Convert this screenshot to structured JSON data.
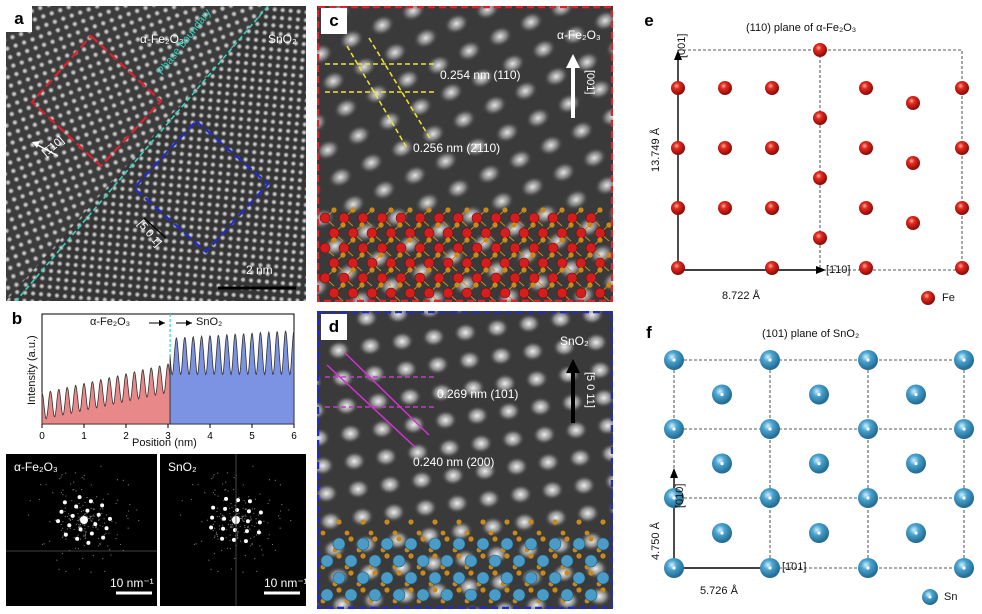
{
  "panels": {
    "a": {
      "letter": "a",
      "label_fe2o3": "α-Fe₂O₃",
      "label_sno2": "SnO₂",
      "phase_boundary": "Phase boundary",
      "dir_red": "[1̄10]",
      "dir_blue": "[5 0 1̄]",
      "scalebar": "2 nm"
    },
    "b": {
      "letter": "b",
      "label_left": "α-Fe₂O₃",
      "label_right": "SnO₂",
      "ylabel": "Intensity (a.u.)",
      "xlabel": "Position (nm)",
      "fft_left_label": "α-Fe₂O₃",
      "fft_right_label": "SnO₂",
      "fft_left_scale": "10 nm⁻¹",
      "fft_right_scale": "10 nm⁻¹"
    },
    "c": {
      "letter": "c",
      "label": "α-Fe₂O₃",
      "direction": "[001]",
      "d1": "0.254 nm (110)",
      "d2": "0.256 nm (2̄110)"
    },
    "d": {
      "letter": "d",
      "label": "SnO₂",
      "direction": "[5 0 11]",
      "d1": "0.269 nm (101)",
      "d2": "0.240 nm (200)"
    },
    "e": {
      "letter": "e",
      "title": "(110) plane of  α-Fe₂O₃",
      "axis_up": "[001]",
      "axis_right": "[1̄10]",
      "dim_v": "13.749 Å",
      "dim_h": "8.722 Å",
      "legend": "Fe"
    },
    "f": {
      "letter": "f",
      "title": "(101) plane of  SnO₂",
      "axis_up": "[010]",
      "axis_right": "[1̄01]",
      "dim_v": "4.750 Å",
      "dim_h": "5.726 Å",
      "legend": "Sn"
    }
  },
  "chart_data": {
    "type": "area",
    "xlabel": "Position (nm)",
    "ylabel": "Intensity (a.u.)",
    "xlim": [
      0,
      6
    ],
    "xticks": [
      0,
      1,
      2,
      3,
      4,
      5,
      6
    ],
    "boundary_x": 3.05,
    "series": [
      {
        "name": "α-Fe₂O₃",
        "x_range": [
          0,
          3.05
        ],
        "color": "#e06060",
        "peak_spacing": 0.2,
        "envelope": [
          0.28,
          0.55
        ]
      },
      {
        "name": "SnO₂",
        "x_range": [
          3.05,
          6
        ],
        "color": "#4f6fd8",
        "peak_spacing": 0.2,
        "envelope": [
          0.78,
          0.85
        ]
      }
    ]
  },
  "colors": {
    "fe": "#d41e1e",
    "sn": "#4a9cc6",
    "o": "#c98a1a",
    "red_box": "#e0202a",
    "blue_box": "#1f2bd0",
    "yellow": "#f2e62a",
    "magenta": "#d232d2",
    "cyan": "#2fd6c2"
  }
}
